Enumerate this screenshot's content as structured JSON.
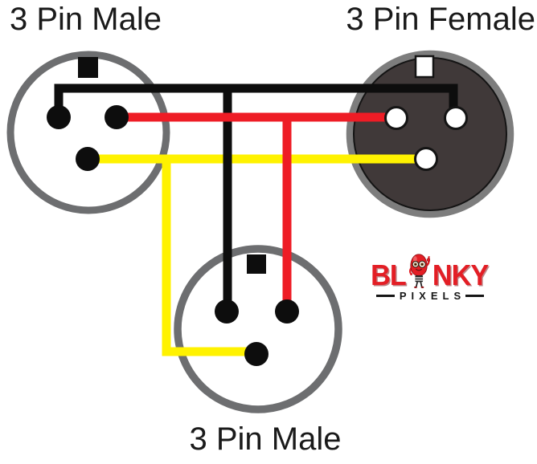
{
  "connectors": [
    {
      "id": "male-top-left",
      "label": "3 Pin Male",
      "gender": "male",
      "pin_count": 3
    },
    {
      "id": "female-top-right",
      "label": "3 Pin Female",
      "gender": "female",
      "pin_count": 3
    },
    {
      "id": "male-bottom",
      "label": "3 Pin Male",
      "gender": "male",
      "pin_count": 3
    }
  ],
  "wires": [
    {
      "name": "black",
      "color": "#0d0d0d",
      "connects": "male-top-left left pin to female-top-right right pin, branch down to male-bottom left pin"
    },
    {
      "name": "red",
      "color": "#ee1c25",
      "connects": "male-top-left right pin to female-top-right left pin, branch down to male-bottom right pin"
    },
    {
      "name": "yellow",
      "color": "#fff200",
      "connects": "male-top-left bottom pin to female-top-right bottom pin, branch down to male-bottom bottom pin"
    }
  ],
  "colors": {
    "male_ring": "#6d6e70",
    "female_ring": "#7d7d7d",
    "female_body": "#403939",
    "pin_dark": "#0d0d0d",
    "pin_light": "#ffffff",
    "notch_dark": "#0d0d0d",
    "label_text": "#1a1a1a",
    "logo_red": "#e31e25",
    "logo_dark": "#161616"
  },
  "logo": {
    "brand_prefix": "BL",
    "brand_suffix": "NKY",
    "subtitle": "PIXELS"
  }
}
